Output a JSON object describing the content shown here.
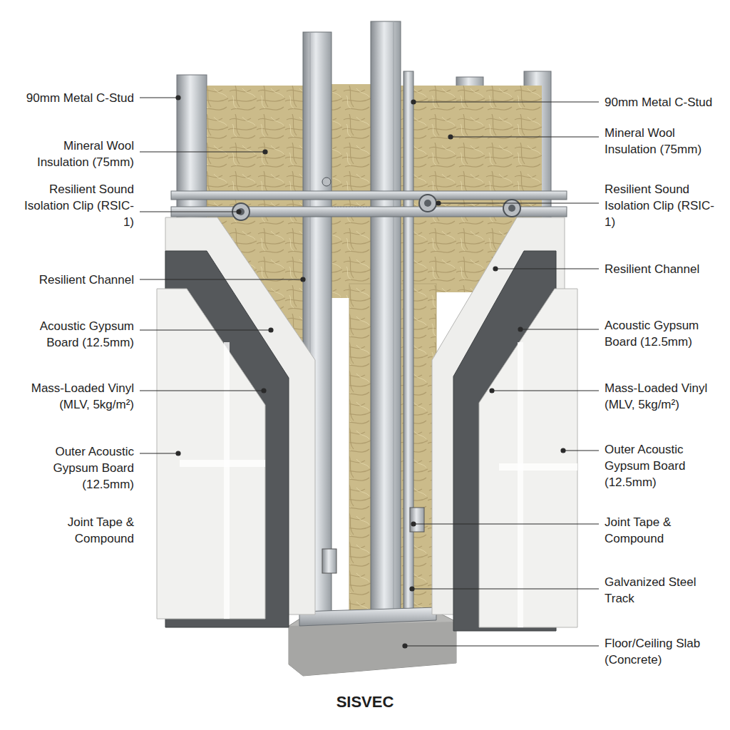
{
  "diagram": {
    "caption": "SISVEC",
    "labels": [
      "90mm Metal C-Stud",
      "Mineral Wool Insulation (75mm)",
      "Resilient Sound Isolation Clip (RSIC-1)",
      "Resilient Channel",
      "Acoustic Gypsum Board (12.5mm)",
      "Mass-Loaded Vinyl (MLV, 5kg/m²)",
      "Outer Acoustic Gypsum Board (12.5mm)",
      "Joint Tape & Compound",
      "90mm Metal C-Stud",
      "Mineral Wool Insulation (75mm)",
      "Resilient Sound Isolation Clip (RSIC-1)",
      "Resilient Channel",
      "Acoustic Gypsum Board (12.5mm)",
      "Mass-Loaded Vinyl (MLV, 5kg/m²)",
      "Outer Acoustic Gypsum Board (12.5mm)",
      "Joint Tape & Compound",
      "Galvanized Steel Track",
      "Floor/Ceiling Slab (Concrete)"
    ]
  }
}
